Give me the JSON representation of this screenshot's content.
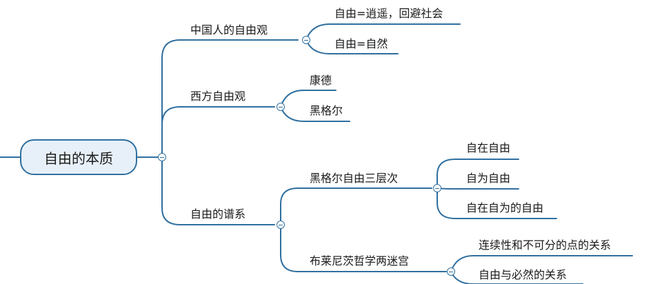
{
  "root": {
    "label": "自由的本质"
  },
  "branches": [
    {
      "label": "中国人的自由观",
      "children": [
        {
          "label": "自由=逍遥，回避社会"
        },
        {
          "label": "自由=自然"
        }
      ]
    },
    {
      "label": "西方自由观",
      "children": [
        {
          "label": "康德"
        },
        {
          "label": "黑格尔"
        }
      ]
    },
    {
      "label": "自由的谱系",
      "children": [
        {
          "label": "黑格尔自由三层次",
          "children": [
            {
              "label": "自在自由"
            },
            {
              "label": "自为自由"
            },
            {
              "label": "自在自为的自由"
            }
          ]
        },
        {
          "label": "布莱尼茨哲学两迷宫",
          "children": [
            {
              "label": "连续性和不可分的点的关系"
            },
            {
              "label": "自由与必然的关系"
            }
          ]
        }
      ]
    }
  ],
  "colors": {
    "line": "#2f6f9f",
    "root_fill": "#e7f0f8"
  }
}
